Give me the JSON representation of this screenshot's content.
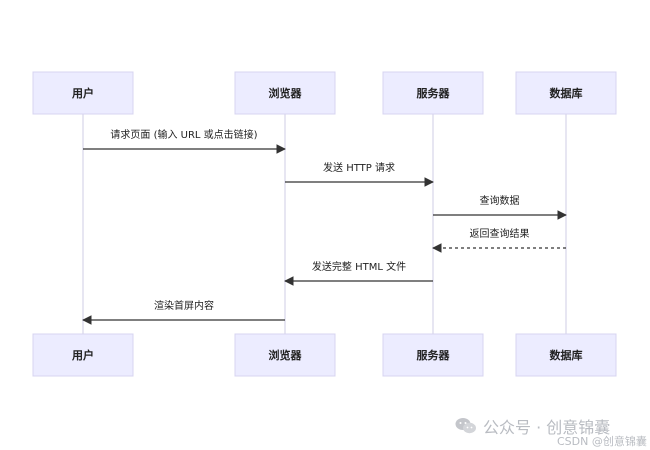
{
  "diagram": {
    "type": "sequence",
    "participants": [
      "用户",
      "浏览器",
      "服务器",
      "数据库"
    ],
    "messages": [
      {
        "from": 0,
        "to": 1,
        "text": "请求页面 (输入 URL 或点击链接)",
        "style": "solid"
      },
      {
        "from": 1,
        "to": 2,
        "text": "发送 HTTP 请求",
        "style": "solid"
      },
      {
        "from": 2,
        "to": 3,
        "text": "查询数据",
        "style": "solid"
      },
      {
        "from": 3,
        "to": 2,
        "text": "返回查询结果",
        "style": "dotted"
      },
      {
        "from": 2,
        "to": 1,
        "text": "发送完整 HTML 文件",
        "style": "solid"
      },
      {
        "from": 1,
        "to": 0,
        "text": "渲染首屏内容",
        "style": "solid"
      }
    ]
  },
  "watermark": {
    "main": "公众号 · 创意锦囊",
    "sub": "CSDN @创意锦囊"
  },
  "colors": {
    "actor_fill": "#ececff",
    "actor_stroke": "#d7d4f0",
    "lifeline": "#cfcde6",
    "arrow": "#333333",
    "text": "#222222"
  }
}
